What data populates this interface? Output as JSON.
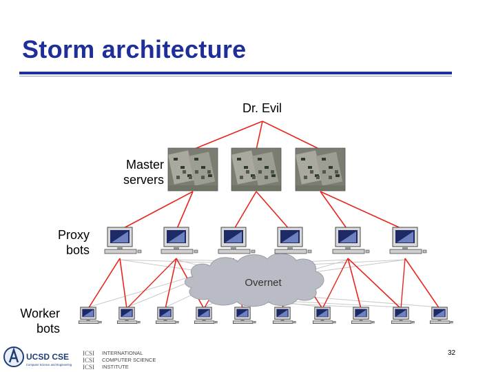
{
  "slide": {
    "title": "Storm architecture",
    "page_number": "32"
  },
  "diagram": {
    "top_node": "Dr. Evil",
    "tiers": [
      {
        "label": [
          "Master",
          "servers"
        ],
        "count": 3,
        "kind": "server"
      },
      {
        "label": [
          "Proxy",
          "bots"
        ],
        "count": 6,
        "kind": "computer"
      },
      {
        "label": [
          "Worker",
          "bots"
        ],
        "count": 10,
        "kind": "computer"
      }
    ],
    "cloud_label": "Overnet",
    "colors": {
      "hierarchy_links": "#e8241c",
      "overnet_links": "#c8c8c8",
      "cloud": "#b9bcc4",
      "title": "#1f2f9a"
    }
  },
  "footer": {
    "logos": [
      {
        "name": "ucsd-cse-logo",
        "text": "UCSD CSE",
        "sub": "Computer Science and Engineering"
      },
      {
        "name": "icsi-logo",
        "text": [
          "INTERNATIONAL",
          "COMPUTER SCIENCE",
          "INSTITUTE"
        ],
        "mark": "ICSI"
      }
    ]
  }
}
